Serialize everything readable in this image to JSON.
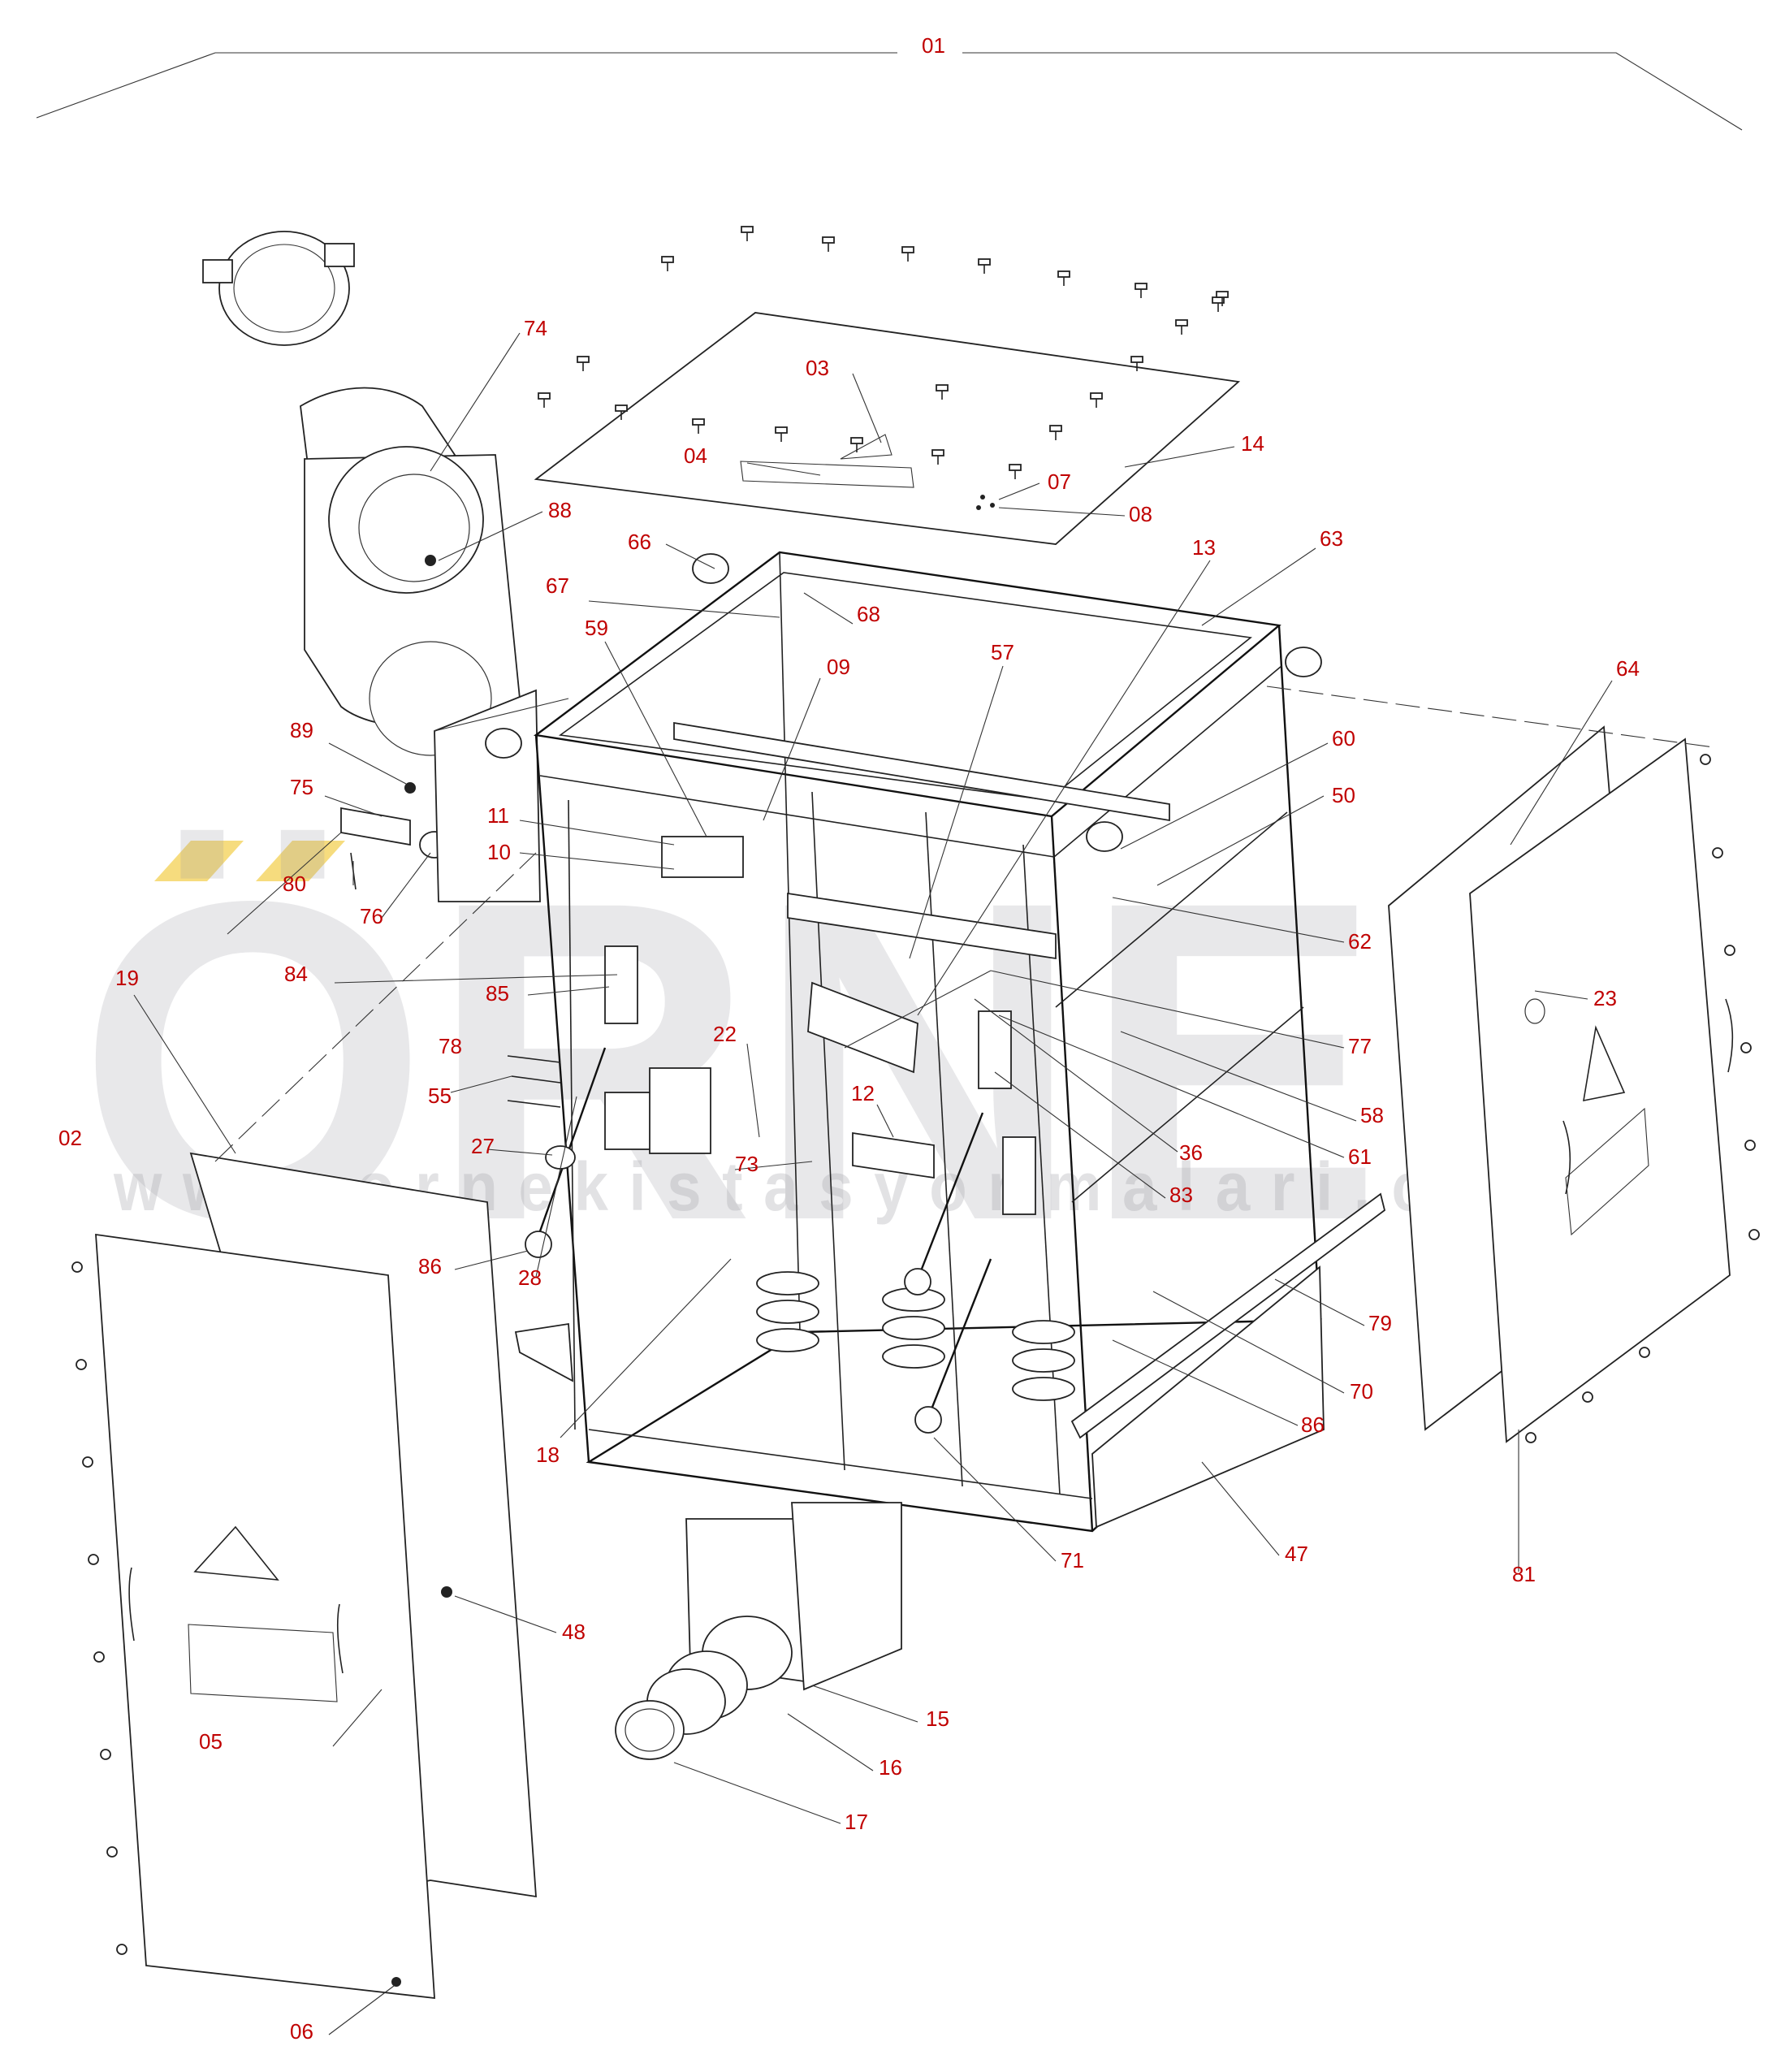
{
  "watermark": {
    "brand": "ÖRNEK",
    "url": "www.ornekistasyonmalari.com.tr",
    "accent": "#f4d35e"
  },
  "colors": {
    "label": "#c00000",
    "line": "#222222"
  },
  "part_labels": [
    {
      "id": "01",
      "text": "01"
    },
    {
      "id": "02",
      "text": "02"
    },
    {
      "id": "03",
      "text": "03"
    },
    {
      "id": "04",
      "text": "04"
    },
    {
      "id": "05",
      "text": "05"
    },
    {
      "id": "06",
      "text": "06"
    },
    {
      "id": "07",
      "text": "07"
    },
    {
      "id": "08",
      "text": "08"
    },
    {
      "id": "09",
      "text": "09"
    },
    {
      "id": "10",
      "text": "10"
    },
    {
      "id": "11",
      "text": "11"
    },
    {
      "id": "12",
      "text": "12"
    },
    {
      "id": "13",
      "text": "13"
    },
    {
      "id": "14",
      "text": "14"
    },
    {
      "id": "15",
      "text": "15"
    },
    {
      "id": "16",
      "text": "16"
    },
    {
      "id": "17",
      "text": "17"
    },
    {
      "id": "18",
      "text": "18"
    },
    {
      "id": "19",
      "text": "19"
    },
    {
      "id": "22",
      "text": "22"
    },
    {
      "id": "23",
      "text": "23"
    },
    {
      "id": "27",
      "text": "27"
    },
    {
      "id": "28",
      "text": "28"
    },
    {
      "id": "36",
      "text": "36"
    },
    {
      "id": "47",
      "text": "47"
    },
    {
      "id": "48",
      "text": "48"
    },
    {
      "id": "50",
      "text": "50"
    },
    {
      "id": "55",
      "text": "55"
    },
    {
      "id": "57",
      "text": "57"
    },
    {
      "id": "58",
      "text": "58"
    },
    {
      "id": "59",
      "text": "59"
    },
    {
      "id": "60",
      "text": "60"
    },
    {
      "id": "61",
      "text": "61"
    },
    {
      "id": "62",
      "text": "62"
    },
    {
      "id": "63",
      "text": "63"
    },
    {
      "id": "64",
      "text": "64"
    },
    {
      "id": "66",
      "text": "66"
    },
    {
      "id": "67",
      "text": "67"
    },
    {
      "id": "68",
      "text": "68"
    },
    {
      "id": "70",
      "text": "70"
    },
    {
      "id": "71",
      "text": "71"
    },
    {
      "id": "73",
      "text": "73"
    },
    {
      "id": "74",
      "text": "74"
    },
    {
      "id": "75",
      "text": "75"
    },
    {
      "id": "76",
      "text": "76"
    },
    {
      "id": "77",
      "text": "77"
    },
    {
      "id": "78",
      "text": "78"
    },
    {
      "id": "79",
      "text": "79"
    },
    {
      "id": "80",
      "text": "80"
    },
    {
      "id": "81",
      "text": "81"
    },
    {
      "id": "83",
      "text": "83"
    },
    {
      "id": "84",
      "text": "84"
    },
    {
      "id": "85",
      "text": "85"
    },
    {
      "id": "86a",
      "text": "86"
    },
    {
      "id": "86b",
      "text": "86"
    },
    {
      "id": "88",
      "text": "88"
    },
    {
      "id": "89",
      "text": "89"
    }
  ]
}
